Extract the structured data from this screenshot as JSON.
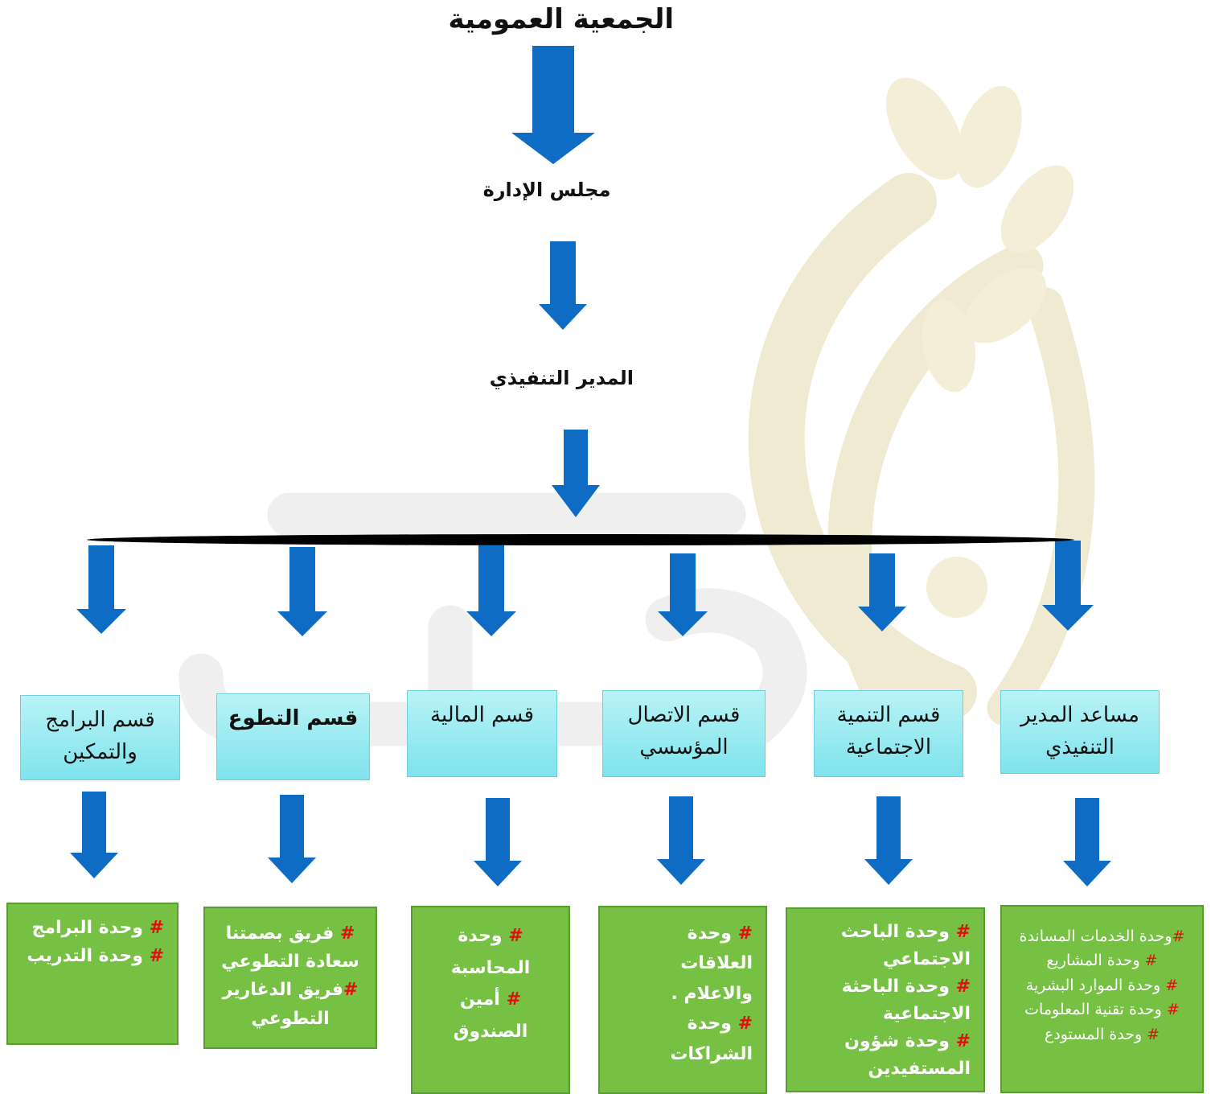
{
  "colors": {
    "arrow": "#0f6cc4",
    "dept_fill": "#8fe6ee",
    "unit_fill": "#76c044",
    "hash": "#e01010",
    "connector": "#000000"
  },
  "top": {
    "general_assembly": "الجمعية العمومية",
    "board": "مجلس الإدارة",
    "executive_director": "المدير التنفيذي"
  },
  "departments": [
    {
      "name": "مساعد المدير التنفيذي"
    },
    {
      "name": "قسم التنمية الاجتماعية"
    },
    {
      "name": "قسم الاتصال المؤسسي"
    },
    {
      "name": "قسم المالية"
    },
    {
      "name": "قسم التطوع"
    },
    {
      "name": "قسم البرامج والتمكين"
    }
  ],
  "units": [
    [
      "وحدة الخدمات المساندة",
      "وحدة المشاريع",
      "وحدة الموارد البشرية",
      "وحدة تقنية المعلومات",
      "وحدة المستودع"
    ],
    [
      "وحدة الباحث الاجتماعي",
      "وحدة الباحثة الاجتماعية",
      "وحدة شؤون المستفيدين"
    ],
    [
      "وحدة العلاقات والاعلام .",
      "وحدة الشراكات"
    ],
    [
      "وحدة المحاسبة",
      "أمين الصندوق"
    ],
    [
      "فريق بصمتنا سعادة التطوعي",
      "فريق الدغارير التطوعي"
    ],
    [
      "وحدة البرامج",
      "وحدة التدريب"
    ]
  ]
}
